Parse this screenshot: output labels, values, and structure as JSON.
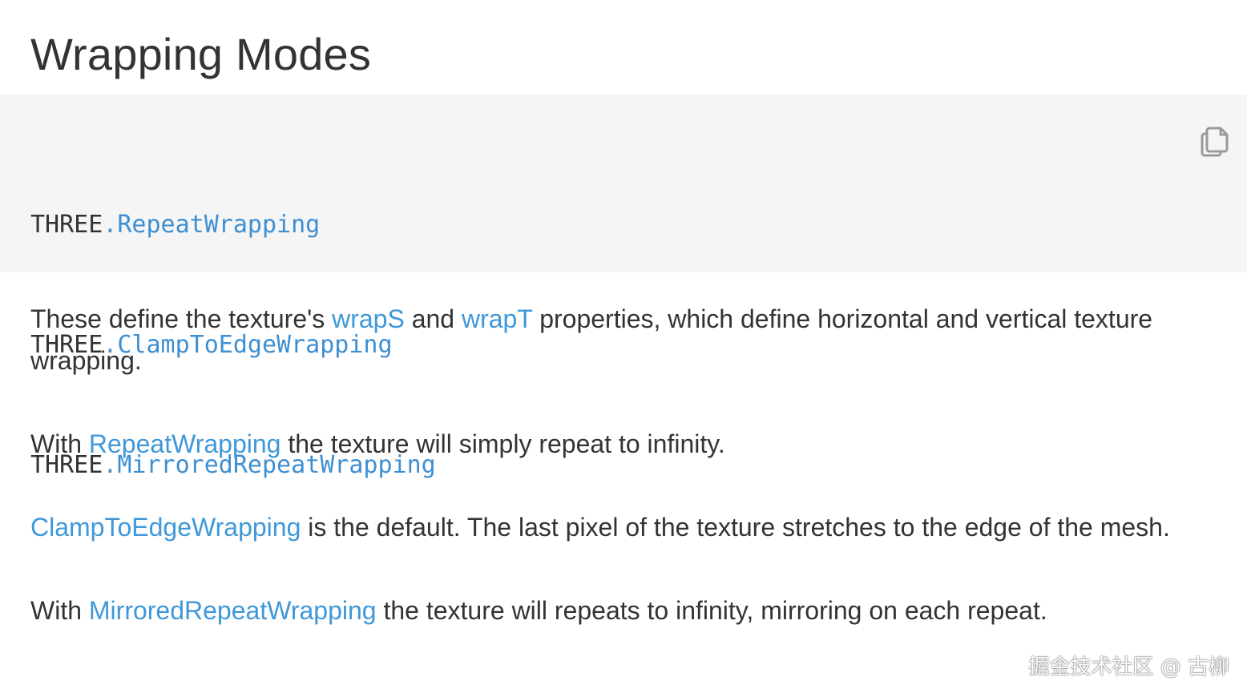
{
  "title": "Wrapping Modes",
  "code": {
    "lines": [
      {
        "object": "THREE",
        "dot": ".",
        "property": "RepeatWrapping"
      },
      {
        "object": "THREE",
        "dot": ".",
        "property": "ClampToEdgeWrapping"
      },
      {
        "object": "THREE",
        "dot": ".",
        "property": "MirroredRepeatWrapping"
      }
    ],
    "copy_icon": "copy-icon"
  },
  "paragraphs": {
    "p1": {
      "t1": "These define the texture's ",
      "link1": "wrapS",
      "t2": " and ",
      "link2": "wrapT",
      "t3": " properties, which define horizontal and vertical texture wrapping."
    },
    "p2": {
      "t1": "With ",
      "link1": "RepeatWrapping",
      "t2": " the texture will simply repeat to infinity."
    },
    "p3": {
      "link1": "ClampToEdgeWrapping",
      "t1": " is the default. The last pixel of the texture stretches to the edge of the mesh."
    },
    "p4": {
      "t1": "With ",
      "link1": "MirroredRepeatWrapping",
      "t2": " the texture will repeats to infinity, mirroring on each repeat."
    }
  },
  "watermark": "掘金技术社区 @ 古柳",
  "colors": {
    "link": "#3e98d9",
    "text": "#333333",
    "code_bg": "#f5f5f5"
  }
}
